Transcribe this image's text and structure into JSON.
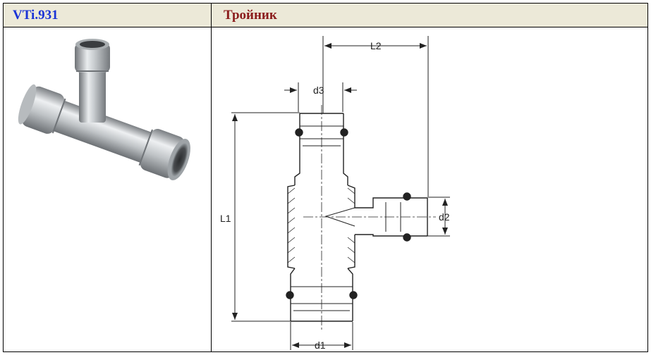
{
  "header": {
    "code": "VTi.931",
    "name": "Тройник"
  },
  "drawing": {
    "labels": {
      "l1": "L1",
      "l2": "L2",
      "d1": "d1",
      "d2": "d2",
      "d3": "d3"
    }
  },
  "colors": {
    "code_text": "#1a33d6",
    "name_text": "#8b1c1c",
    "header_bg": "#ece9d8"
  }
}
